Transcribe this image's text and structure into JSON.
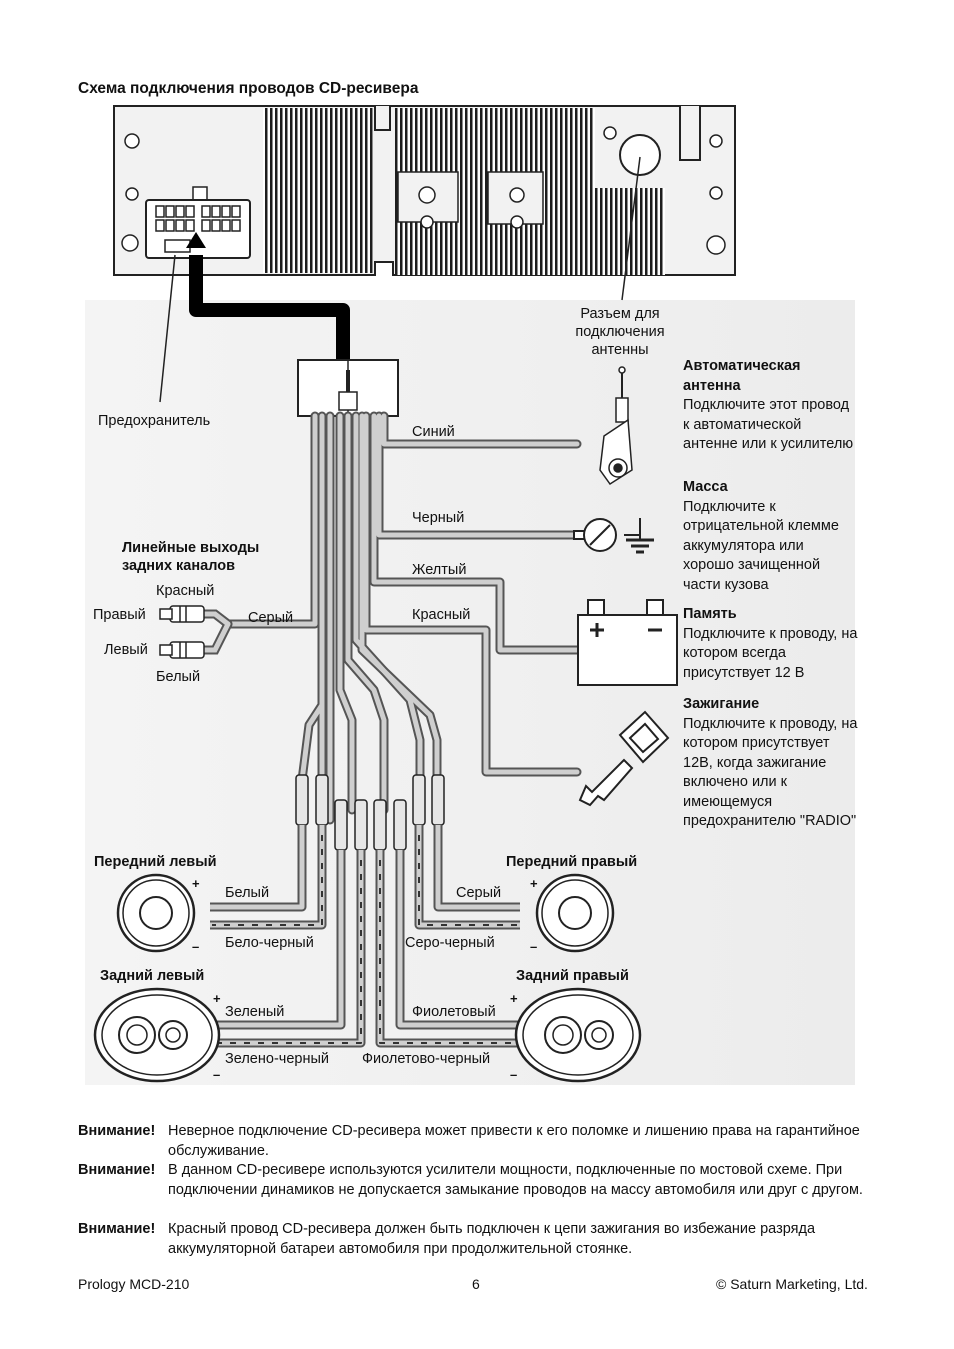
{
  "title": "Схема подключения проводов CD-ресивера",
  "labels": {
    "antenna_socket": [
      "Разъем для",
      "подключения",
      "антенны"
    ],
    "fuse": "Предохранитель",
    "line_out_title": [
      "Линейные выходы",
      "задних каналов"
    ],
    "red": "Красный",
    "right": "Правый",
    "left": "Левый",
    "white_rca": "Белый",
    "gray_cable": "Серый",
    "wire_blue": "Синий",
    "wire_black": "Черный",
    "wire_yellow": "Желтый",
    "wire_red": "Красный"
  },
  "descriptions": {
    "auto_antenna": {
      "title": "Автоматическая антенна",
      "text": "Подключите этот провод к автоматической антенне или к усилителю"
    },
    "ground": {
      "title": "Масса",
      "text": "Подключите к отрицательной клемме аккумулятора или хорошо зачищенной части кузова"
    },
    "memory": {
      "title": "Память",
      "text": "Подключите к проводу, на котором всегда присутствует 12 В"
    },
    "ignition": {
      "title": "Зажигание",
      "text": "Подключите к проводу, на котором присутствует 12В, когда зажигание включено или к имеющемуся предохранителю \"RADIO\""
    }
  },
  "speakers": {
    "front_left": {
      "title": "Передний левый",
      "plus": "Белый",
      "minus": "Бело-черный"
    },
    "front_right": {
      "title": "Передний правый",
      "plus": "Серый",
      "minus": "Серо-черный"
    },
    "rear_left": {
      "title": "Задний левый",
      "plus": "Зеленый",
      "minus": "Зелено-черный"
    },
    "rear_right": {
      "title": "Задний правый",
      "plus": "Фиолетовый",
      "minus": "Фиолетово-черный"
    }
  },
  "warnings": [
    {
      "label": "Внимание!",
      "text": "Неверное подключение CD-ресивера может привести к его поломке и лишению права на гарантийное обслуживание."
    },
    {
      "label": "Внимание!",
      "text": "В данном CD-ресивере используются усилители мощности, подключенные по мостовой схеме. При подключении динамиков не допускается замыкание проводов на массу автомобиля или друг с другом."
    },
    {
      "label": "Внимание!",
      "text": "Красный провод CD-ресивера должен быть подключен к цепи зажигания во избежание разряда аккумуляторной батареи автомобиля при продолжительной стоянке."
    }
  ],
  "footer": {
    "left": "Prology MCD-210",
    "center": "6",
    "right": "© Saturn Marketing, Ltd."
  },
  "colors": {
    "wire": "#6e6e6e",
    "wire_light": "#d0d0d0",
    "stripe": "#2a2a2a"
  }
}
